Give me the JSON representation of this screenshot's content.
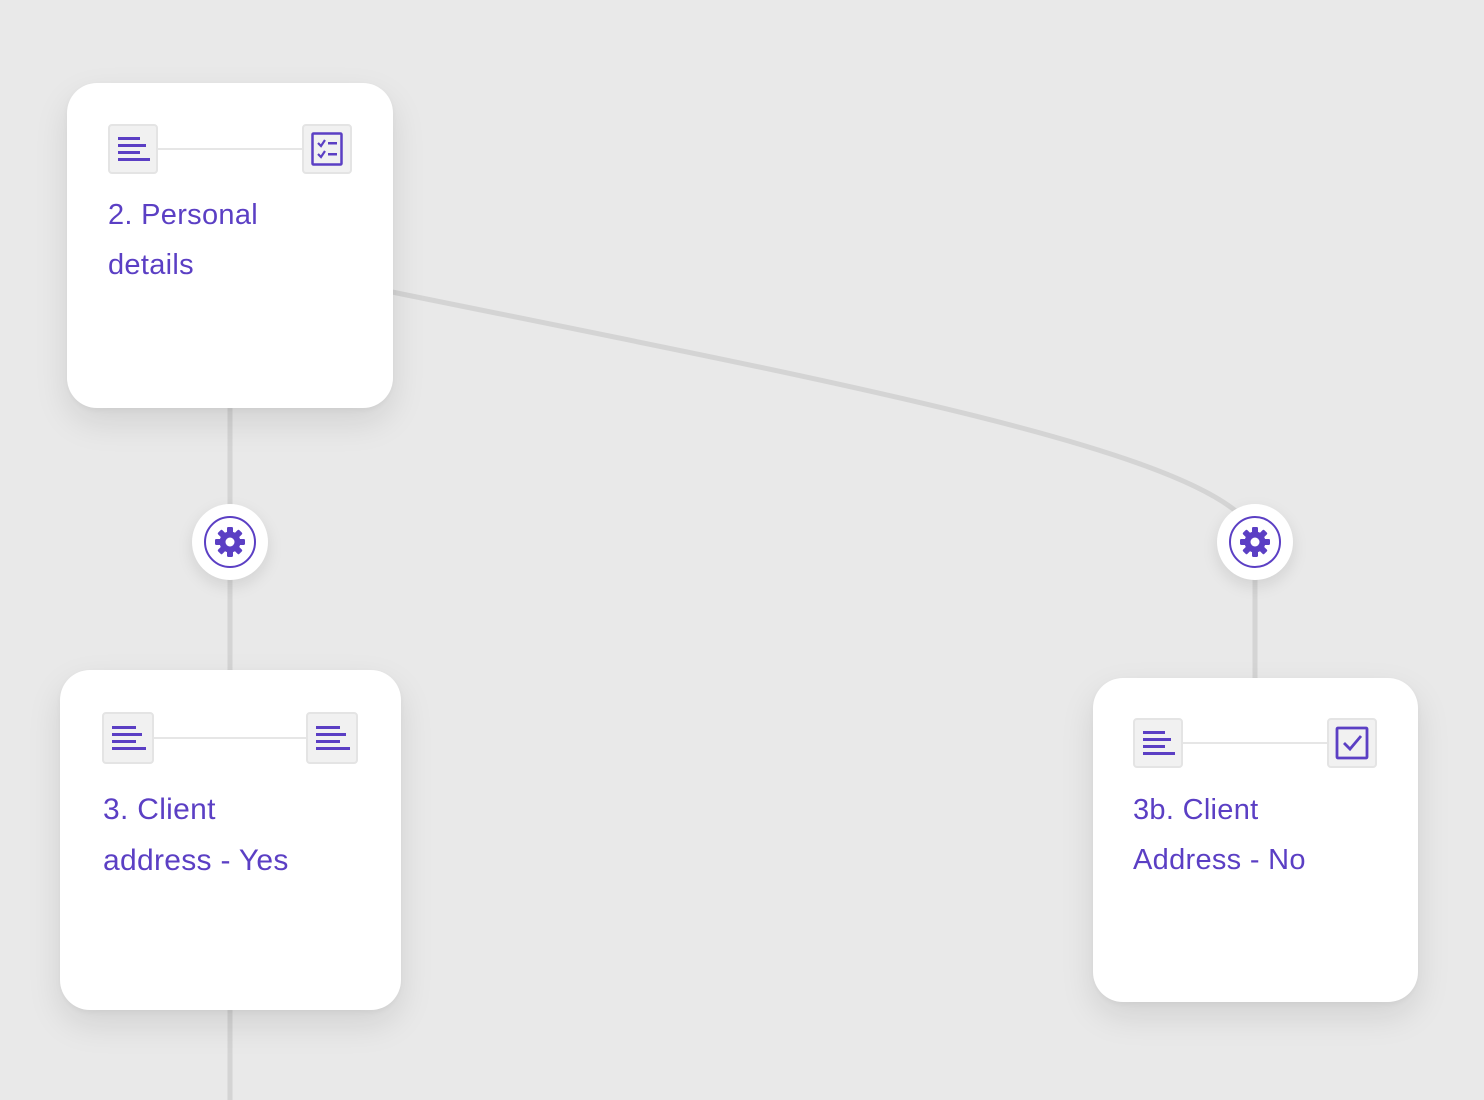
{
  "colors": {
    "accent": "#5b3fc4",
    "background": "#e9e9e9",
    "card": "#ffffff",
    "connector": "#d4d4d4"
  },
  "nodes": [
    {
      "id": "personal-details",
      "title": "2. Personal details",
      "left_icon": "text-lines-icon",
      "right_icon": "checklist-icon"
    },
    {
      "id": "client-address-yes",
      "title": "3. Client address - Yes",
      "left_icon": "text-lines-icon",
      "right_icon": "text-lines-icon"
    },
    {
      "id": "client-address-no",
      "title": "3b. Client Address - No",
      "left_icon": "text-lines-icon",
      "right_icon": "checkbox-checked-icon"
    }
  ],
  "condition_buttons": [
    {
      "icon": "gear-icon"
    },
    {
      "icon": "gear-icon"
    }
  ]
}
